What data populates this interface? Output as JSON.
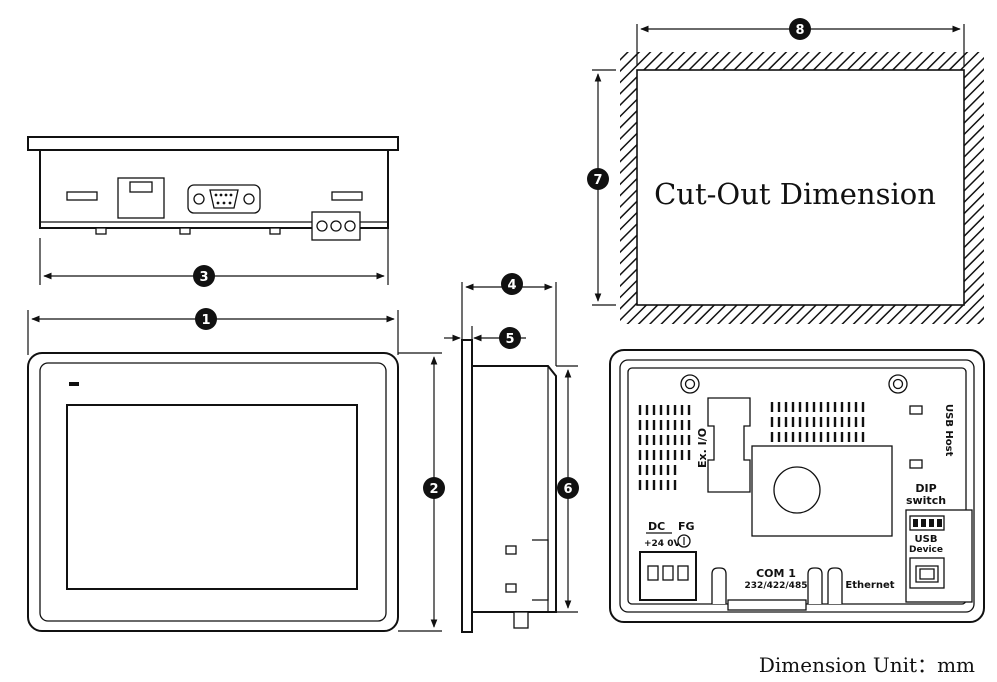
{
  "callouts": [
    "1",
    "2",
    "3",
    "4",
    "5",
    "6",
    "7",
    "8"
  ],
  "cutout": {
    "label": "Cut-Out Dimension"
  },
  "rear_panel": {
    "ex_io": "Ex. I/O",
    "usb_host": "USB Host",
    "dip_switch_line1": "DIP",
    "dip_switch_line2": "switch",
    "usb_device_line1": "USB",
    "usb_device_line2": "Device",
    "dc": "DC",
    "fg": "FG",
    "power_pins": "+24 0V",
    "com1_line1": "COM 1",
    "com1_line2": "232/422/485",
    "ethernet": "Ethernet"
  },
  "footer": {
    "dimension_unit": "Dimension Unit：mm"
  }
}
